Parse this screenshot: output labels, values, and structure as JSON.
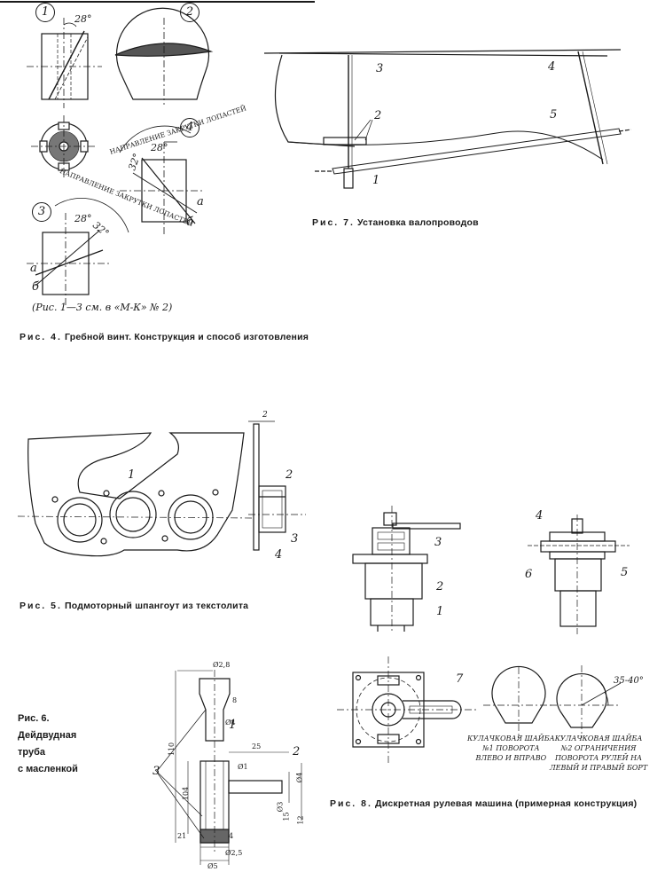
{
  "fig4": {
    "caption_prefix": "Рис. 4.",
    "caption": "Гребной винт. Конструкция и способ изготовления",
    "note": "(Рис. 1—3 см. в «М-К» № 2)",
    "circle_labels": [
      "1",
      "2",
      "3",
      "4"
    ],
    "angle_labels": [
      "28°",
      "28°",
      "32°",
      "28°",
      "32°"
    ],
    "arc_text_top": "НАПРАВЛЕНИЕ ЗАКРУТКИ ЛОПАСТЕЙ",
    "arc_text_bottom": "НАПРАВЛЕНИЕ ЗАКРУТКИ ЛОПАСТЕЙ",
    "letters": [
      "а",
      "б",
      "а",
      "б"
    ]
  },
  "fig7": {
    "caption_prefix": "Рис. 7.",
    "caption": "Установка валопроводов",
    "labels": [
      "1",
      "2",
      "3",
      "4",
      "5"
    ]
  },
  "fig5": {
    "caption_prefix": "Рис. 5.",
    "caption": "Подмоторный шпангоут из текстолита",
    "labels": [
      "1",
      "2",
      "3",
      "4"
    ],
    "dim": "2"
  },
  "fig6": {
    "caption_lines": [
      "Рис. 6.",
      "Дейдвудная",
      "труба",
      "с масленкой"
    ],
    "labels": [
      "1",
      "2",
      "3"
    ],
    "dims": [
      "Ø2,8",
      "8",
      "Ø4",
      "110",
      "25",
      "104",
      "Ø1",
      "Ø4",
      "Ø3",
      "15",
      "12",
      "21",
      "4",
      "Ø5",
      "Ø2,5"
    ]
  },
  "fig8": {
    "caption_prefix": "Рис. 8.",
    "caption": "Дискретная рулевая машина (примерная конструкция)",
    "labels": [
      "1",
      "2",
      "3",
      "4",
      "5",
      "6",
      "7"
    ],
    "washer1": [
      "КУЛАЧКОВАЯ ШАЙБА",
      "№1 ПОВОРОТА",
      "ВЛЕВО И ВПРАВО"
    ],
    "washer2": [
      "КУЛАЧКОВАЯ ШАЙБА",
      "№2 ОГРАНИЧЕНИЯ",
      "ПОВОРОТА РУЛЕЙ НА",
      "ЛЕВЫЙ И ПРАВЫЙ БОРТ"
    ],
    "angle": "35-40°"
  }
}
